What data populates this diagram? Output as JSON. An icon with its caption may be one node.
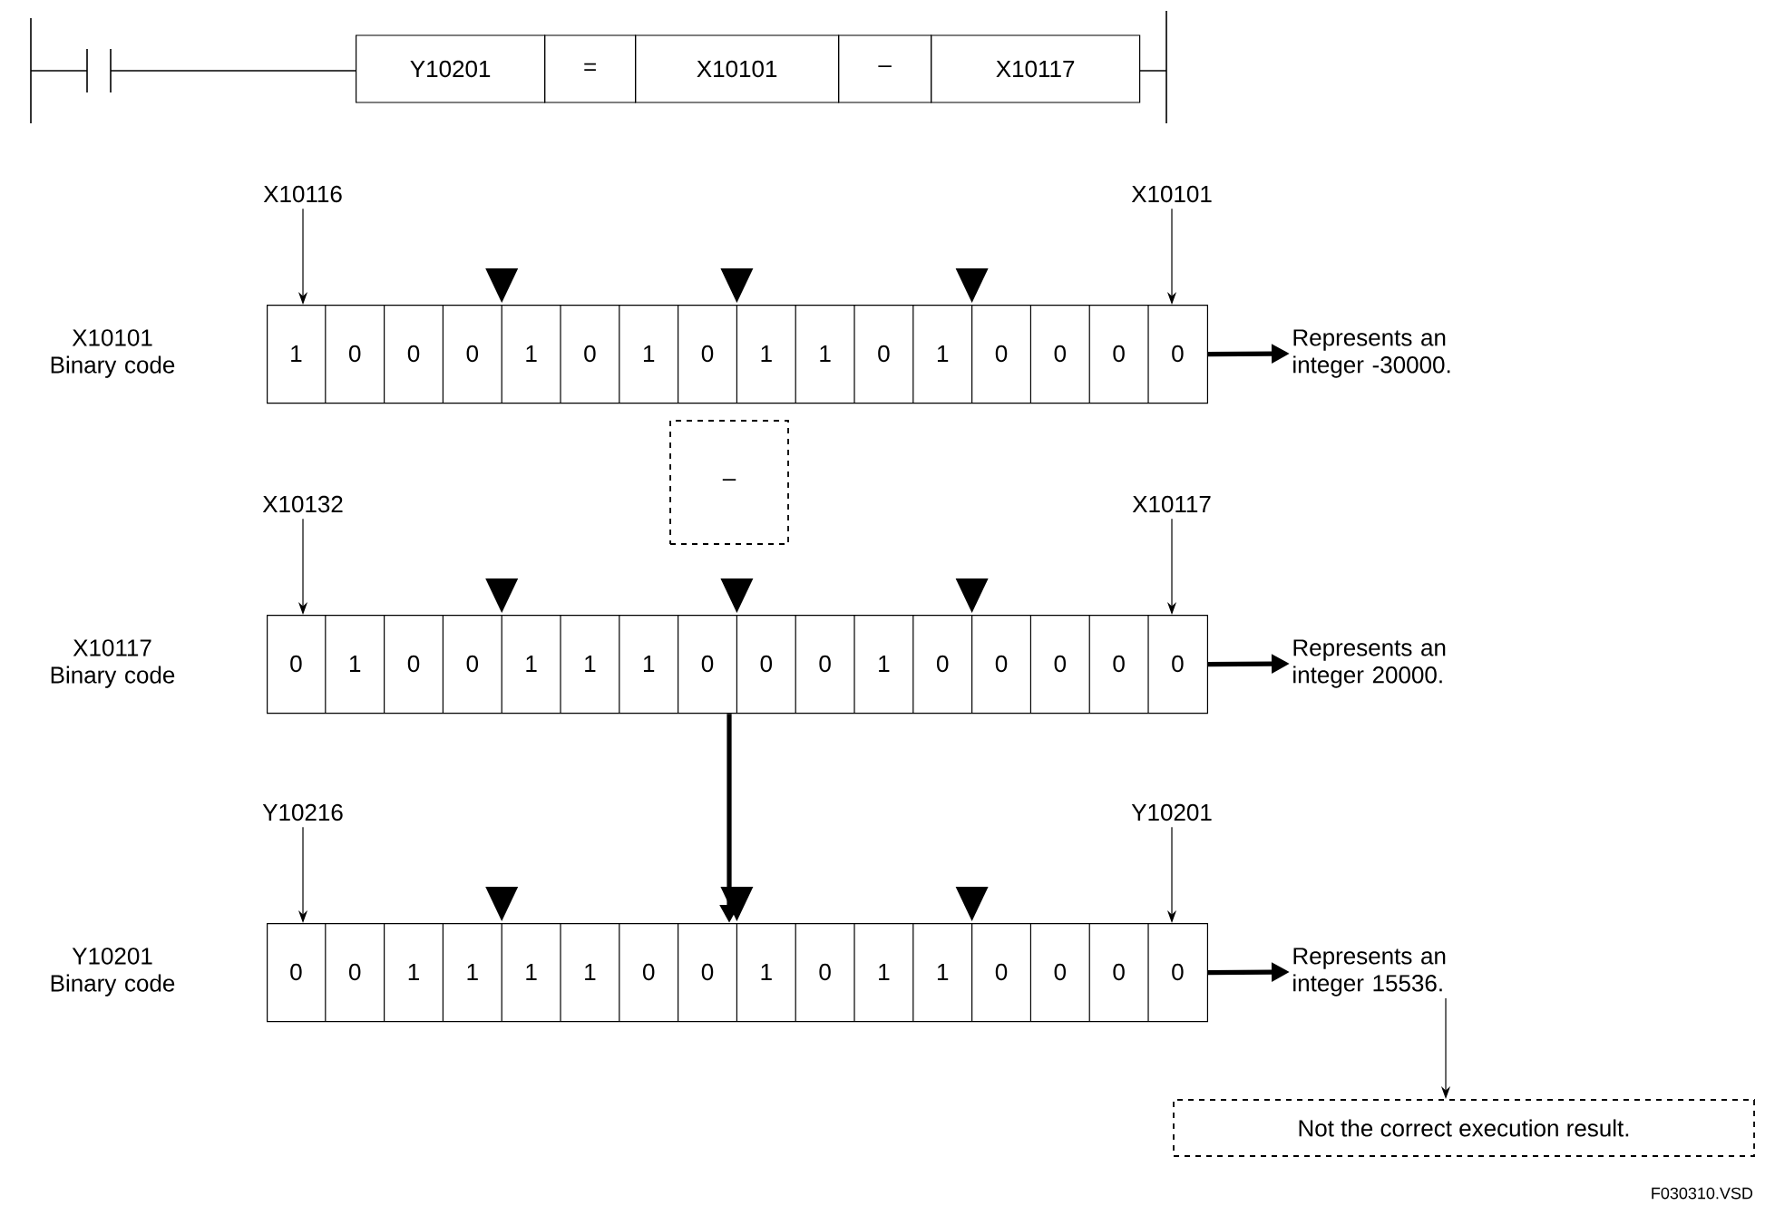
{
  "diagram": {
    "nodes": [
      {
        "text": [
          "Y10201"
        ]
      },
      {
        "text": [
          "="
        ]
      },
      {
        "text": [
          "X10101"
        ]
      },
      {
        "text": [
          "–"
        ]
      },
      {
        "text": [
          "X10117"
        ]
      },
      {
        "text": [
          "X10116"
        ]
      },
      {
        "text": [
          "X10101"
        ]
      },
      {
        "text": [
          "1",
          "0",
          "0",
          "0",
          "1",
          "0",
          "1",
          "0",
          "1",
          "1",
          "0",
          "1",
          "0",
          "0",
          "0",
          "0"
        ],
        "beside": [
          "X10101 Binary code"
        ]
      },
      {
        "text": [
          "Represents an integer -30000."
        ]
      },
      {
        "text": [
          "–"
        ]
      },
      {
        "text": [
          "X10132"
        ]
      },
      {
        "text": [
          "X10117"
        ]
      },
      {
        "text": [
          "0",
          "1",
          "0",
          "0",
          "1",
          "1",
          "1",
          "0",
          "0",
          "0",
          "1",
          "0",
          "0",
          "0",
          "0",
          "0"
        ],
        "beside": [
          "X10117 Binary code"
        ]
      },
      {
        "text": [
          "Represents an integer 20000."
        ]
      },
      {
        "text": [
          "Y10216"
        ]
      },
      {
        "text": [
          "Y10201"
        ]
      },
      {
        "text": [
          "0",
          "0",
          "1",
          "1",
          "1",
          "1",
          "0",
          "0",
          "1",
          "0",
          "1",
          "1",
          "0",
          "0",
          "0",
          "0"
        ],
        "beside": [
          "Y10201 Binary code"
        ]
      },
      {
        "text": [
          "Represents an integer 15536."
        ]
      },
      {
        "text": [
          "Not the correct execution result."
        ]
      }
    ],
    "edges": [
      {
        "from": 5,
        "to": 7,
        "arrow": "to"
      },
      {
        "from": 6,
        "to": 7,
        "arrow": "to"
      },
      {
        "from": 7,
        "to": 8,
        "arrow": "to",
        "style": "thick"
      },
      {
        "from": 10,
        "to": 12,
        "arrow": "to"
      },
      {
        "from": 11,
        "to": 12,
        "arrow": "to"
      },
      {
        "from": 12,
        "to": 13,
        "arrow": "to",
        "style": "thick"
      },
      {
        "from": 12,
        "to": 16,
        "arrow": "to",
        "style": "thick"
      },
      {
        "from": 14,
        "to": 16,
        "arrow": "to"
      },
      {
        "from": 15,
        "to": 16,
        "arrow": "to"
      },
      {
        "from": 16,
        "to": 17,
        "arrow": "to",
        "style": "thick"
      },
      {
        "from": 17,
        "to": 18,
        "arrow": "to"
      }
    ],
    "labels": [
      "F030310.VSD"
    ]
  }
}
